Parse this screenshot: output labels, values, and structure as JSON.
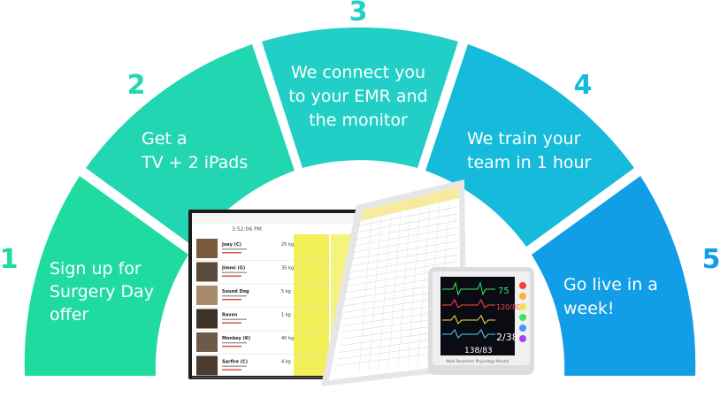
{
  "steps": [
    {
      "number": "1",
      "line1": "Sign up for",
      "line2": "Surgery Day",
      "line3": "offer",
      "color": "#1fdba0"
    },
    {
      "number": "2",
      "line1": "Get a",
      "line2": "TV + 2 iPads",
      "line3": "",
      "color": "#23d6b2"
    },
    {
      "number": "3",
      "line1": "We connect you",
      "line2": "to your EMR and",
      "line3": "the monitor",
      "color": "#22cfc6"
    },
    {
      "number": "4",
      "line1": "We train your",
      "line2": "team in 1 hour",
      "line3": "",
      "color": "#16bbdc"
    },
    {
      "number": "5",
      "line1": "Go live in a",
      "line2": "week!",
      "line3": "",
      "color": "#129ee6"
    }
  ],
  "tv": {
    "clock": "3:52:06 PM",
    "patients": [
      {
        "name": "Joey (C)",
        "weight": "25 kg"
      },
      {
        "name": "Jimmi (G)",
        "weight": "35 kg"
      },
      {
        "name": "Sound Dog",
        "weight": "5 kg"
      },
      {
        "name": "Raven",
        "weight": "1 kg"
      },
      {
        "name": "Monkey (K)",
        "weight": "40 kg"
      },
      {
        "name": "Sarfire (C)",
        "weight": "4 kg"
      }
    ]
  },
  "monitor": {
    "readout_1": "75",
    "readout_2": "120/80",
    "readout_3": "2/38",
    "readout_4": "138/83",
    "brand": "Multi-Parameter Physiology Monitor"
  }
}
